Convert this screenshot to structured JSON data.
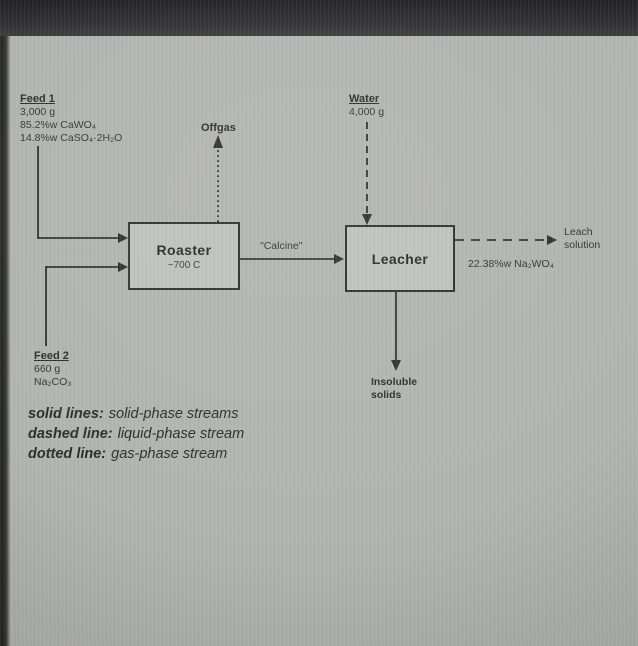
{
  "page": {
    "feed1": {
      "title": "Feed 1",
      "line1": "3,000 g",
      "line2": "85.2%w CaWO₄",
      "line3": "14.8%w CaSO₄·2H₂O"
    },
    "offgas": {
      "label": "Offgas"
    },
    "water": {
      "title": "Water",
      "line1": "4,000 g"
    },
    "roaster": {
      "title": "Roaster",
      "subtitle": "~700 C"
    },
    "calcine": {
      "label": "\"Calcine\""
    },
    "leacher": {
      "title": "Leacher"
    },
    "leach_solution": {
      "line1": "Leach",
      "line2": "solution",
      "composition": "22.38%w Na₂WO₄"
    },
    "feed2": {
      "title": "Feed 2",
      "line1": "660 g",
      "line2": "Na₂CO₃"
    },
    "insoluble": {
      "line1": "Insoluble",
      "line2": "solids"
    },
    "legend": {
      "item1": {
        "term": "solid lines:",
        "desc": "solid-phase streams"
      },
      "item2": {
        "term": "dashed line:",
        "desc": "liquid-phase stream"
      },
      "item3": {
        "term": "dotted line:",
        "desc": "gas-phase stream"
      }
    },
    "colors": {
      "background": "#b2b4b0",
      "ink": "#2e2f2e",
      "top_bar": "#2e2e30"
    }
  }
}
